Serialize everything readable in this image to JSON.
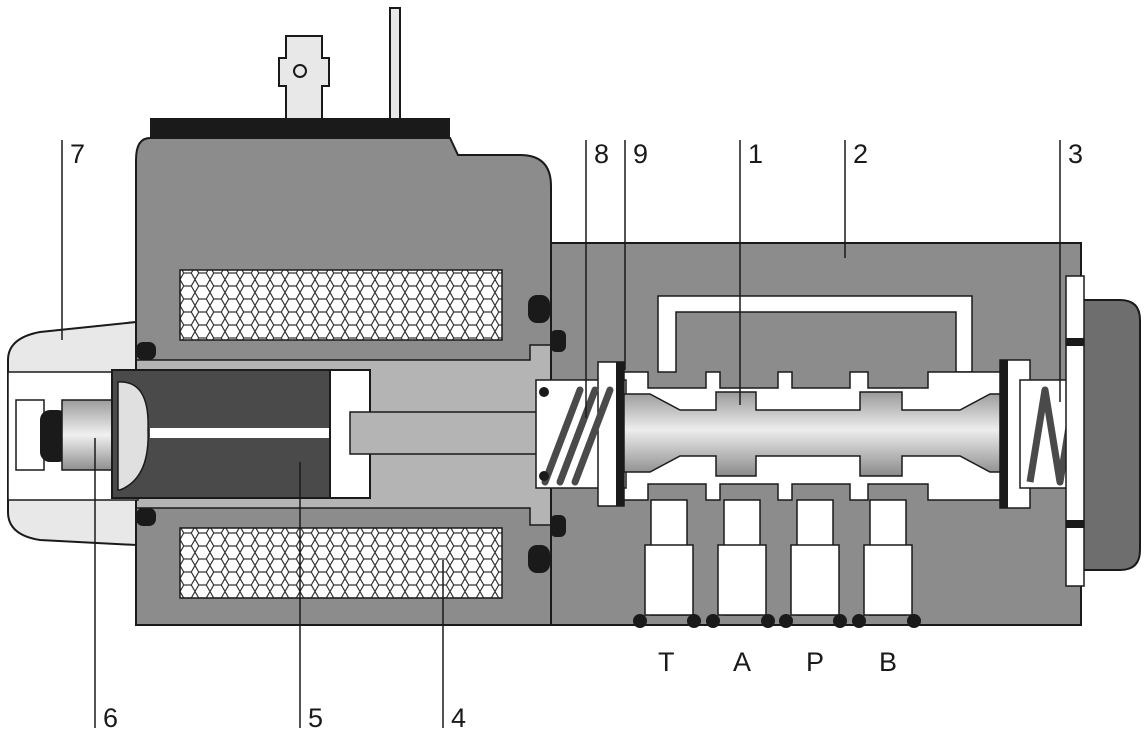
{
  "callouts": [
    {
      "id": "7",
      "text": "7"
    },
    {
      "id": "8",
      "text": "8"
    },
    {
      "id": "9",
      "text": "9"
    },
    {
      "id": "1",
      "text": "1"
    },
    {
      "id": "2",
      "text": "2"
    },
    {
      "id": "3",
      "text": "3"
    },
    {
      "id": "6",
      "text": "6"
    },
    {
      "id": "5",
      "text": "5"
    },
    {
      "id": "4",
      "text": "4"
    }
  ],
  "ports": [
    {
      "id": "T",
      "text": "T"
    },
    {
      "id": "A",
      "text": "A"
    },
    {
      "id": "P",
      "text": "P"
    },
    {
      "id": "B",
      "text": "B"
    }
  ],
  "colors": {
    "housing": "#8c8c8c",
    "body_light": "#b4b4b4",
    "bore": "#ffffff",
    "dark": "#4a4a4a",
    "coil_fill": "#ffffff",
    "outline": "#1a1a1a"
  }
}
